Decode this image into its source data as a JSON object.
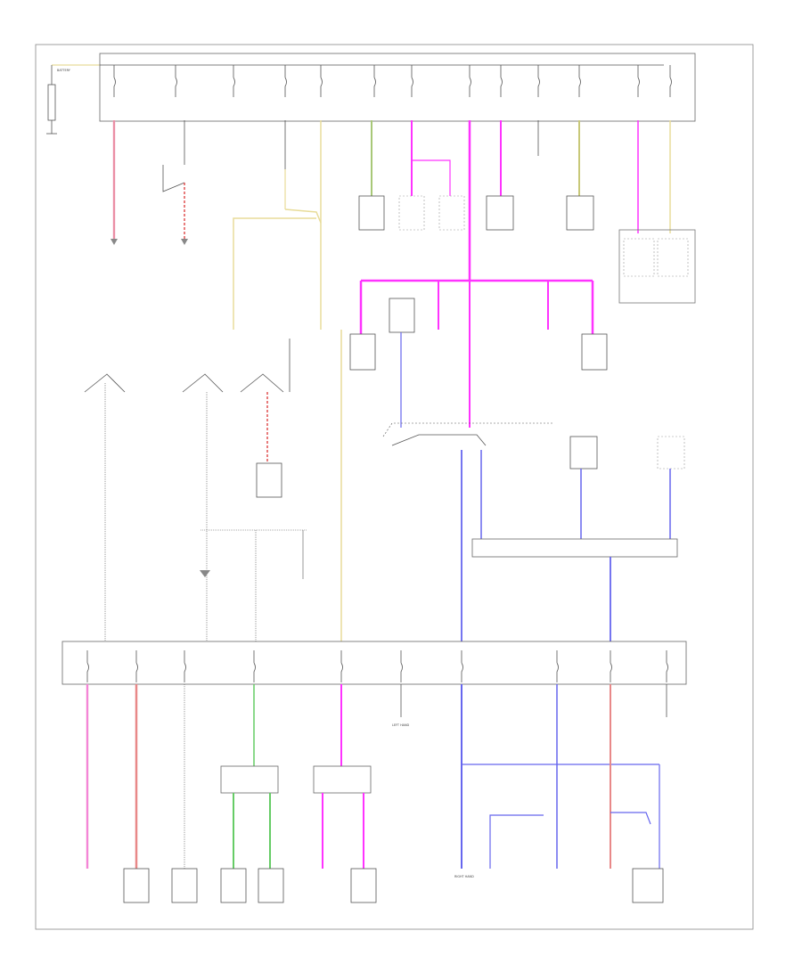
{
  "diagram": {
    "footer_code": "",
    "battery_label": "BATTERY",
    "battery_dist_label": "",
    "pass_dist_label": "",
    "ignition_label": "",
    "fuse_label": "",
    "upper_fuse_labels": [
      "",
      "",
      "",
      "",
      "",
      "",
      "",
      "",
      "",
      "",
      "",
      "",
      "",
      "",
      ""
    ],
    "lower_fuse_labels": [
      "",
      "",
      "",
      "",
      "",
      "",
      "",
      "",
      "",
      "",
      "",
      ""
    ],
    "left_hand_label": "LEFT HAND",
    "right_hand_label": "RIGHT HAND",
    "wire_colors": {
      "pink": "#f0a8c8",
      "red": "#e05050",
      "magenta": "#ff33ff",
      "yellow": "#e8dc9a",
      "blue": "#6666ee",
      "green": "#66cc66",
      "black": "#333333",
      "gray": "#bbbbbb"
    }
  }
}
